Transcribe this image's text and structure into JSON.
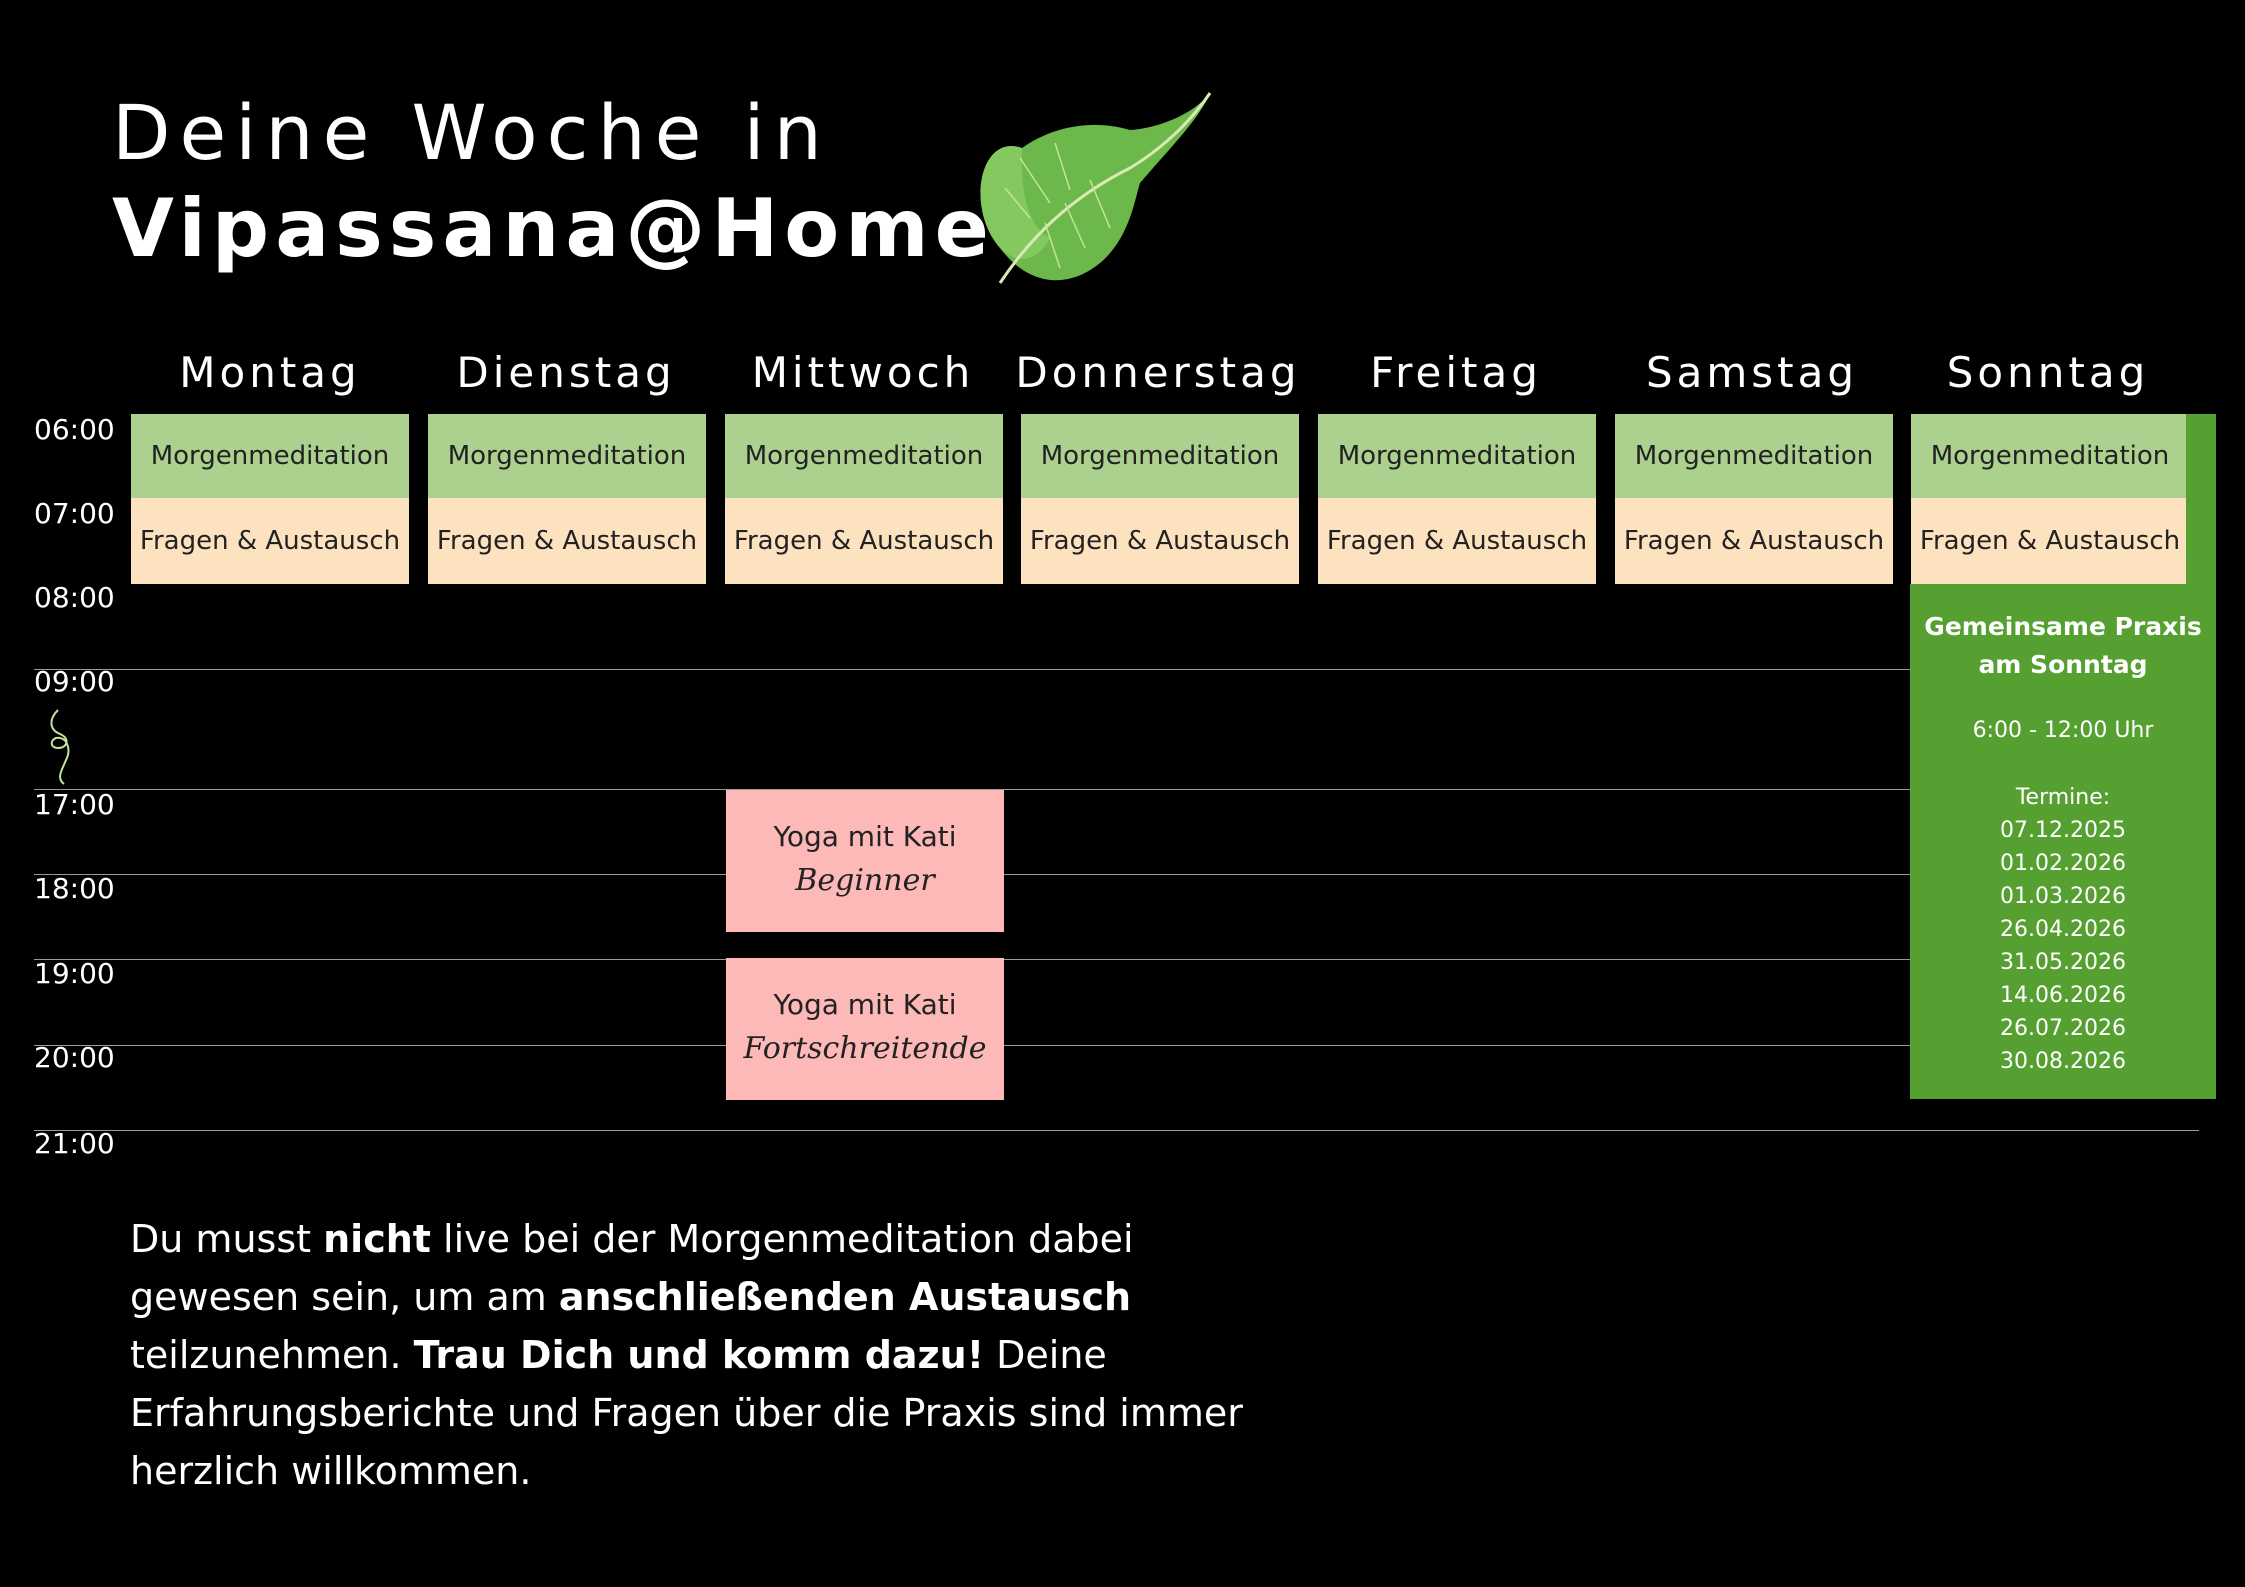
{
  "title": {
    "line1": "Deine Woche in",
    "line2": "Vipassana@Home"
  },
  "days": [
    "Montag",
    "Dienstag",
    "Mittwoch",
    "Donnerstag",
    "Freitag",
    "Samstag",
    "Sonntag"
  ],
  "times": [
    "06:00",
    "07:00",
    "08:00",
    "09:00",
    "17:00",
    "18:00",
    "19:00",
    "20:00",
    "21:00"
  ],
  "morning": {
    "label": "Morgenmeditation"
  },
  "qa": {
    "label": "Fragen & Austausch"
  },
  "yoga": [
    {
      "title": "Yoga mit Kati",
      "level": "Beginner"
    },
    {
      "title": "Yoga mit Kati",
      "level": "Fortschreitende"
    }
  ],
  "sunday_practice": {
    "title_line1": "Gemeinsame Praxis",
    "title_line2": "am Sonntag",
    "hours": "6:00 - 12:00 Uhr",
    "dates_label": "Termine:",
    "dates": [
      "07.12.2025",
      "01.02.2026",
      "01.03.2026",
      "26.04.2026",
      "31.05.2026",
      "14.06.2026",
      "26.07.2026",
      "30.08.2026"
    ]
  },
  "note": {
    "p1": "Du musst ",
    "b1": "nicht",
    "p2": " live bei der Morgenmeditation dabei gewesen sein, um am ",
    "b2": "anschließenden Austausch",
    "p3": " teilzunehmen. ",
    "b3": "Trau Dich und komm dazu!",
    "p4": " Deine Erfahrungsberichte und Fragen über die Praxis sind immer herzlich willkommen."
  },
  "colors": {
    "background": "#000000",
    "morning": "#acd18e",
    "qa": "#fde2bf",
    "yoga": "#fdb8b8",
    "sunday": "#56a032"
  }
}
